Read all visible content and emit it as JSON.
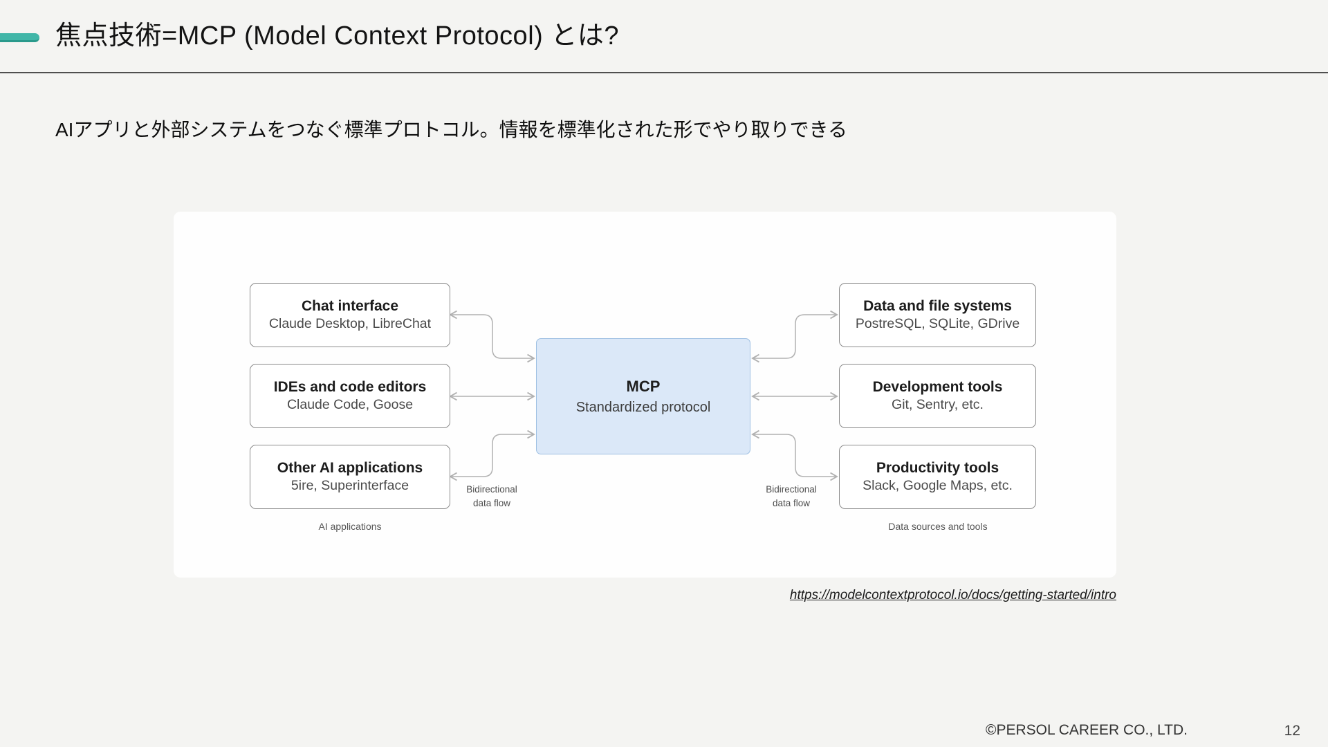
{
  "slide": {
    "title": "焦点技術=MCP (Model Context Protocol) とは?",
    "lead": "AIアプリと外部システムをつなぐ標準プロトコル。情報を標準化された形でやり取りできる",
    "source_link": "https://modelcontextprotocol.io/docs/getting-started/intro",
    "footer": {
      "copyright": "©PERSOL CAREER CO., LTD.",
      "page_number": "12"
    }
  },
  "diagram": {
    "center_box": {
      "title": "MCP",
      "subtitle": "Standardized protocol"
    },
    "left_boxes": [
      {
        "title": "Chat interface",
        "subtitle": "Claude Desktop, LibreChat"
      },
      {
        "title": "IDEs and code editors",
        "subtitle": "Claude Code, Goose"
      },
      {
        "title": "Other AI applications",
        "subtitle": "5ire, Superinterface"
      }
    ],
    "right_boxes": [
      {
        "title": "Data and file systems",
        "subtitle": "PostreSQL, SQLite, GDrive"
      },
      {
        "title": "Development tools",
        "subtitle": "Git, Sentry, etc."
      },
      {
        "title": "Productivity tools",
        "subtitle": "Slack, Google Maps, etc."
      }
    ],
    "flow_label_left": "Bidirectional\ndata flow",
    "flow_label_right": "Bidirectional\ndata flow",
    "group_label_left": "AI applications",
    "group_label_right": "Data sources and tools",
    "colors": {
      "accent_teal": "#41b6a8",
      "accent_teal_dark": "#2a9a8c",
      "mcp_fill": "#dbe8f8",
      "mcp_border": "#9dbfe2",
      "connector_gray": "#b1b1b1",
      "slide_background": "#f4f4f2",
      "panel_background": "#fefefe"
    }
  }
}
